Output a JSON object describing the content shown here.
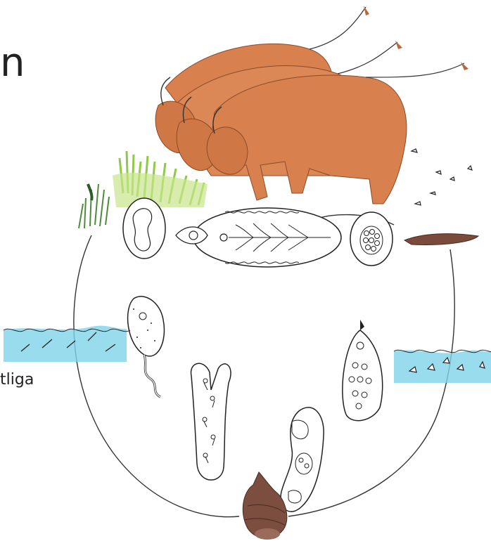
{
  "text_fragments": {
    "title_fragment": "n",
    "label_fragment": "tliga"
  },
  "colors": {
    "cattle": "#D9814E",
    "cattle_shade": "#B8683A",
    "grass": "#A6D65A",
    "grass_dark": "#4E8B3A",
    "water": "#7FD3E8",
    "dung": "#7A4A3A",
    "snail": "#7B4E3F",
    "ink": "#222222"
  },
  "icons": [
    "cattle-illustration",
    "grass-illustration",
    "adult-fluke",
    "egg",
    "miracidium",
    "sporocyst",
    "redia",
    "cercaria",
    "snail",
    "metacercaria-water",
    "cercaria-water",
    "dung"
  ]
}
